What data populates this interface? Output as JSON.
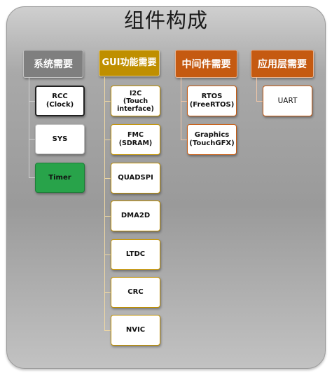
{
  "title": "组件构成",
  "colors": {
    "system": "#7f7f7f",
    "gui": "#bf8f00",
    "middleware": "#c55a11",
    "application": "#c55a11",
    "timer": "#28a34a"
  },
  "columns": [
    {
      "header": "系统需要",
      "items": [
        "RCC\n(Clock)",
        "SYS",
        "Timer"
      ]
    },
    {
      "header": "GUI功能需要",
      "items": [
        "I2C\n(Touch\ninterface)",
        "FMC (SDRAM)",
        "QUADSPI",
        "DMA2D",
        "LTDC",
        "CRC",
        "NVIC"
      ]
    },
    {
      "header": "中间件需要",
      "items": [
        "RTOS\n(FreeRTOS)",
        "Graphics\n(TouchGFX)"
      ]
    },
    {
      "header": "应用层需要",
      "items": [
        "UART"
      ]
    }
  ]
}
